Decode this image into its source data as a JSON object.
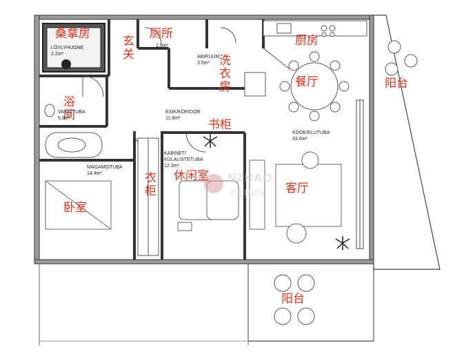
{
  "labels_cn": {
    "sauna": "桑拿房",
    "entry": "玄关",
    "toilet": "厕所",
    "laundry": "洗衣房",
    "kitchen": "厨房",
    "dining": "餐厅",
    "balcony_east": "阳台",
    "bath": "浴间",
    "bookshelf": "书柜",
    "wardrobe": "衣柜",
    "lounge": "休闲室",
    "living": "客厅",
    "bedroom": "卧室",
    "balcony_south": "阳台"
  },
  "labels_fi": {
    "sauna": {
      "name": "LÖYLYHUONE",
      "area": "2.2m²"
    },
    "toilet": {
      "name": "",
      "area": "1.6m²"
    },
    "laundry": {
      "name": "ABIRUUM",
      "area": "3.5m²"
    },
    "vannituba": {
      "name": "VANNITUBA",
      "area": "5.9m²"
    },
    "corridor": {
      "name": "ESIK/KORIDOR",
      "area": "11.8m²"
    },
    "kitchen_living": {
      "name": "KÖÖK/ELUTUBA",
      "area": "33.6m²"
    },
    "bedroom": {
      "name": "MAGAMISTUBA",
      "area": "14.4m²"
    },
    "study": {
      "name": "KABINET/ KÜLALISTETUBA",
      "area": "12.3m²"
    }
  },
  "watermark": {
    "name": "NZHAO",
    "sub": "今朝装饰"
  },
  "colors": {
    "wall": "#3a3a3a",
    "label": "#e0341f",
    "furniture": "#8a8a8a",
    "floor": "#ffffff"
  }
}
